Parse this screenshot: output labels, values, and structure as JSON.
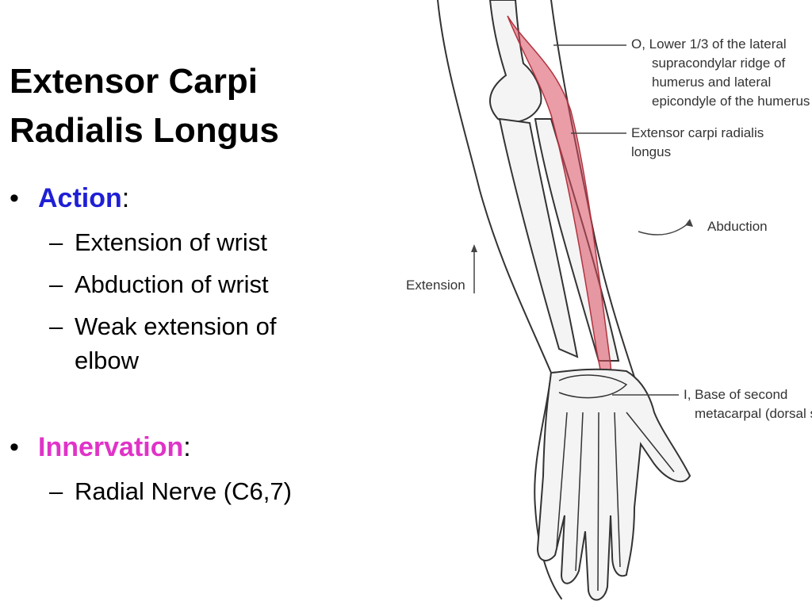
{
  "slide": {
    "title_line1": "Extensor Carpi",
    "title_line2": "Radialis Longus",
    "action": {
      "bullet": "•",
      "label": "Action",
      "colon": ":",
      "items": [
        "Extension of wrist",
        "Abduction of wrist",
        "Weak extension of",
        "elbow"
      ]
    },
    "innervation": {
      "bullet": "•",
      "label": "Innervation",
      "colon": ":",
      "items": [
        "Radial Nerve (C6,7)"
      ]
    },
    "dash": "–"
  },
  "figure": {
    "labels": {
      "origin": [
        "O, Lower 1/3 of the lateral",
        "supracondylar ridge of",
        "humerus and lateral",
        "epicondyle of the humerus"
      ],
      "muscle": [
        "Extensor carpi radialis",
        "longus"
      ],
      "abduction": "Abduction",
      "extension": "Extension",
      "insertion": [
        "I, Base of second",
        "metacarpal (dorsal s"
      ]
    }
  },
  "colors": {
    "action": "#1f1fd6",
    "innervation": "#e033c8",
    "muscle": "#d94a5e",
    "bone": "#f4f4f4",
    "outline": "#333333"
  }
}
